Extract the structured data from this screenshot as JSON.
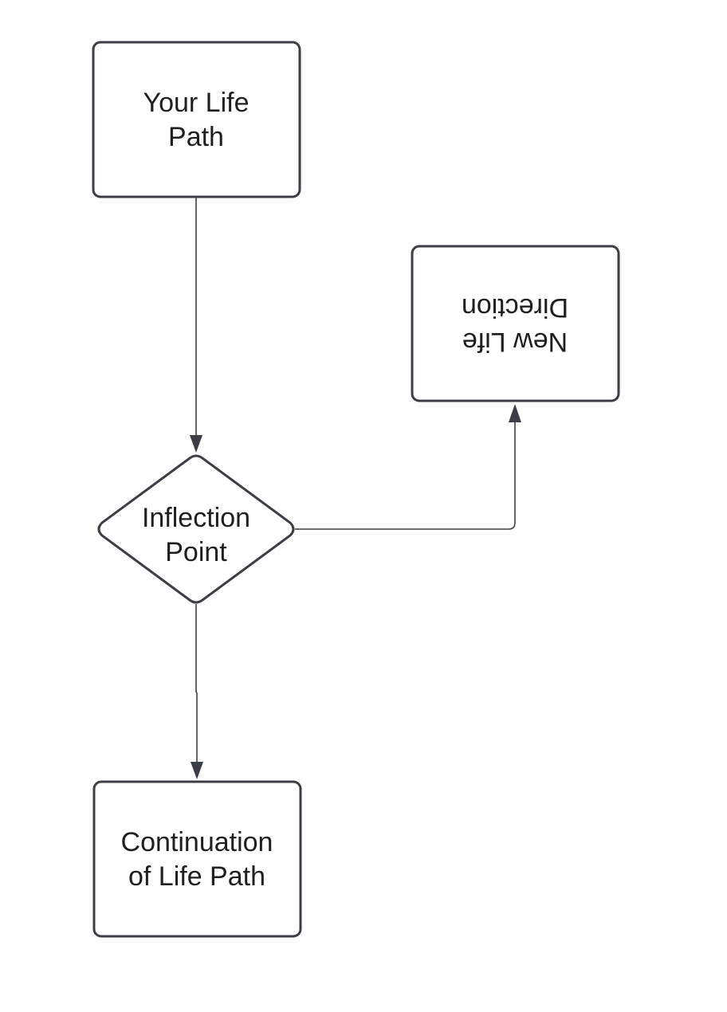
{
  "diagram": {
    "nodes": {
      "life_path": {
        "line1": "Your Life",
        "line2": "Path"
      },
      "new_direction": {
        "line1": "New Life",
        "line2": "Direction"
      },
      "inflection": {
        "line1": "Inflection",
        "line2": "Point"
      },
      "continuation": {
        "line1": "Continuation",
        "line2": "of Life Path"
      }
    },
    "colors": {
      "stroke": "#3b3f45",
      "text": "#1f1f1f",
      "background": "#ffffff"
    }
  }
}
